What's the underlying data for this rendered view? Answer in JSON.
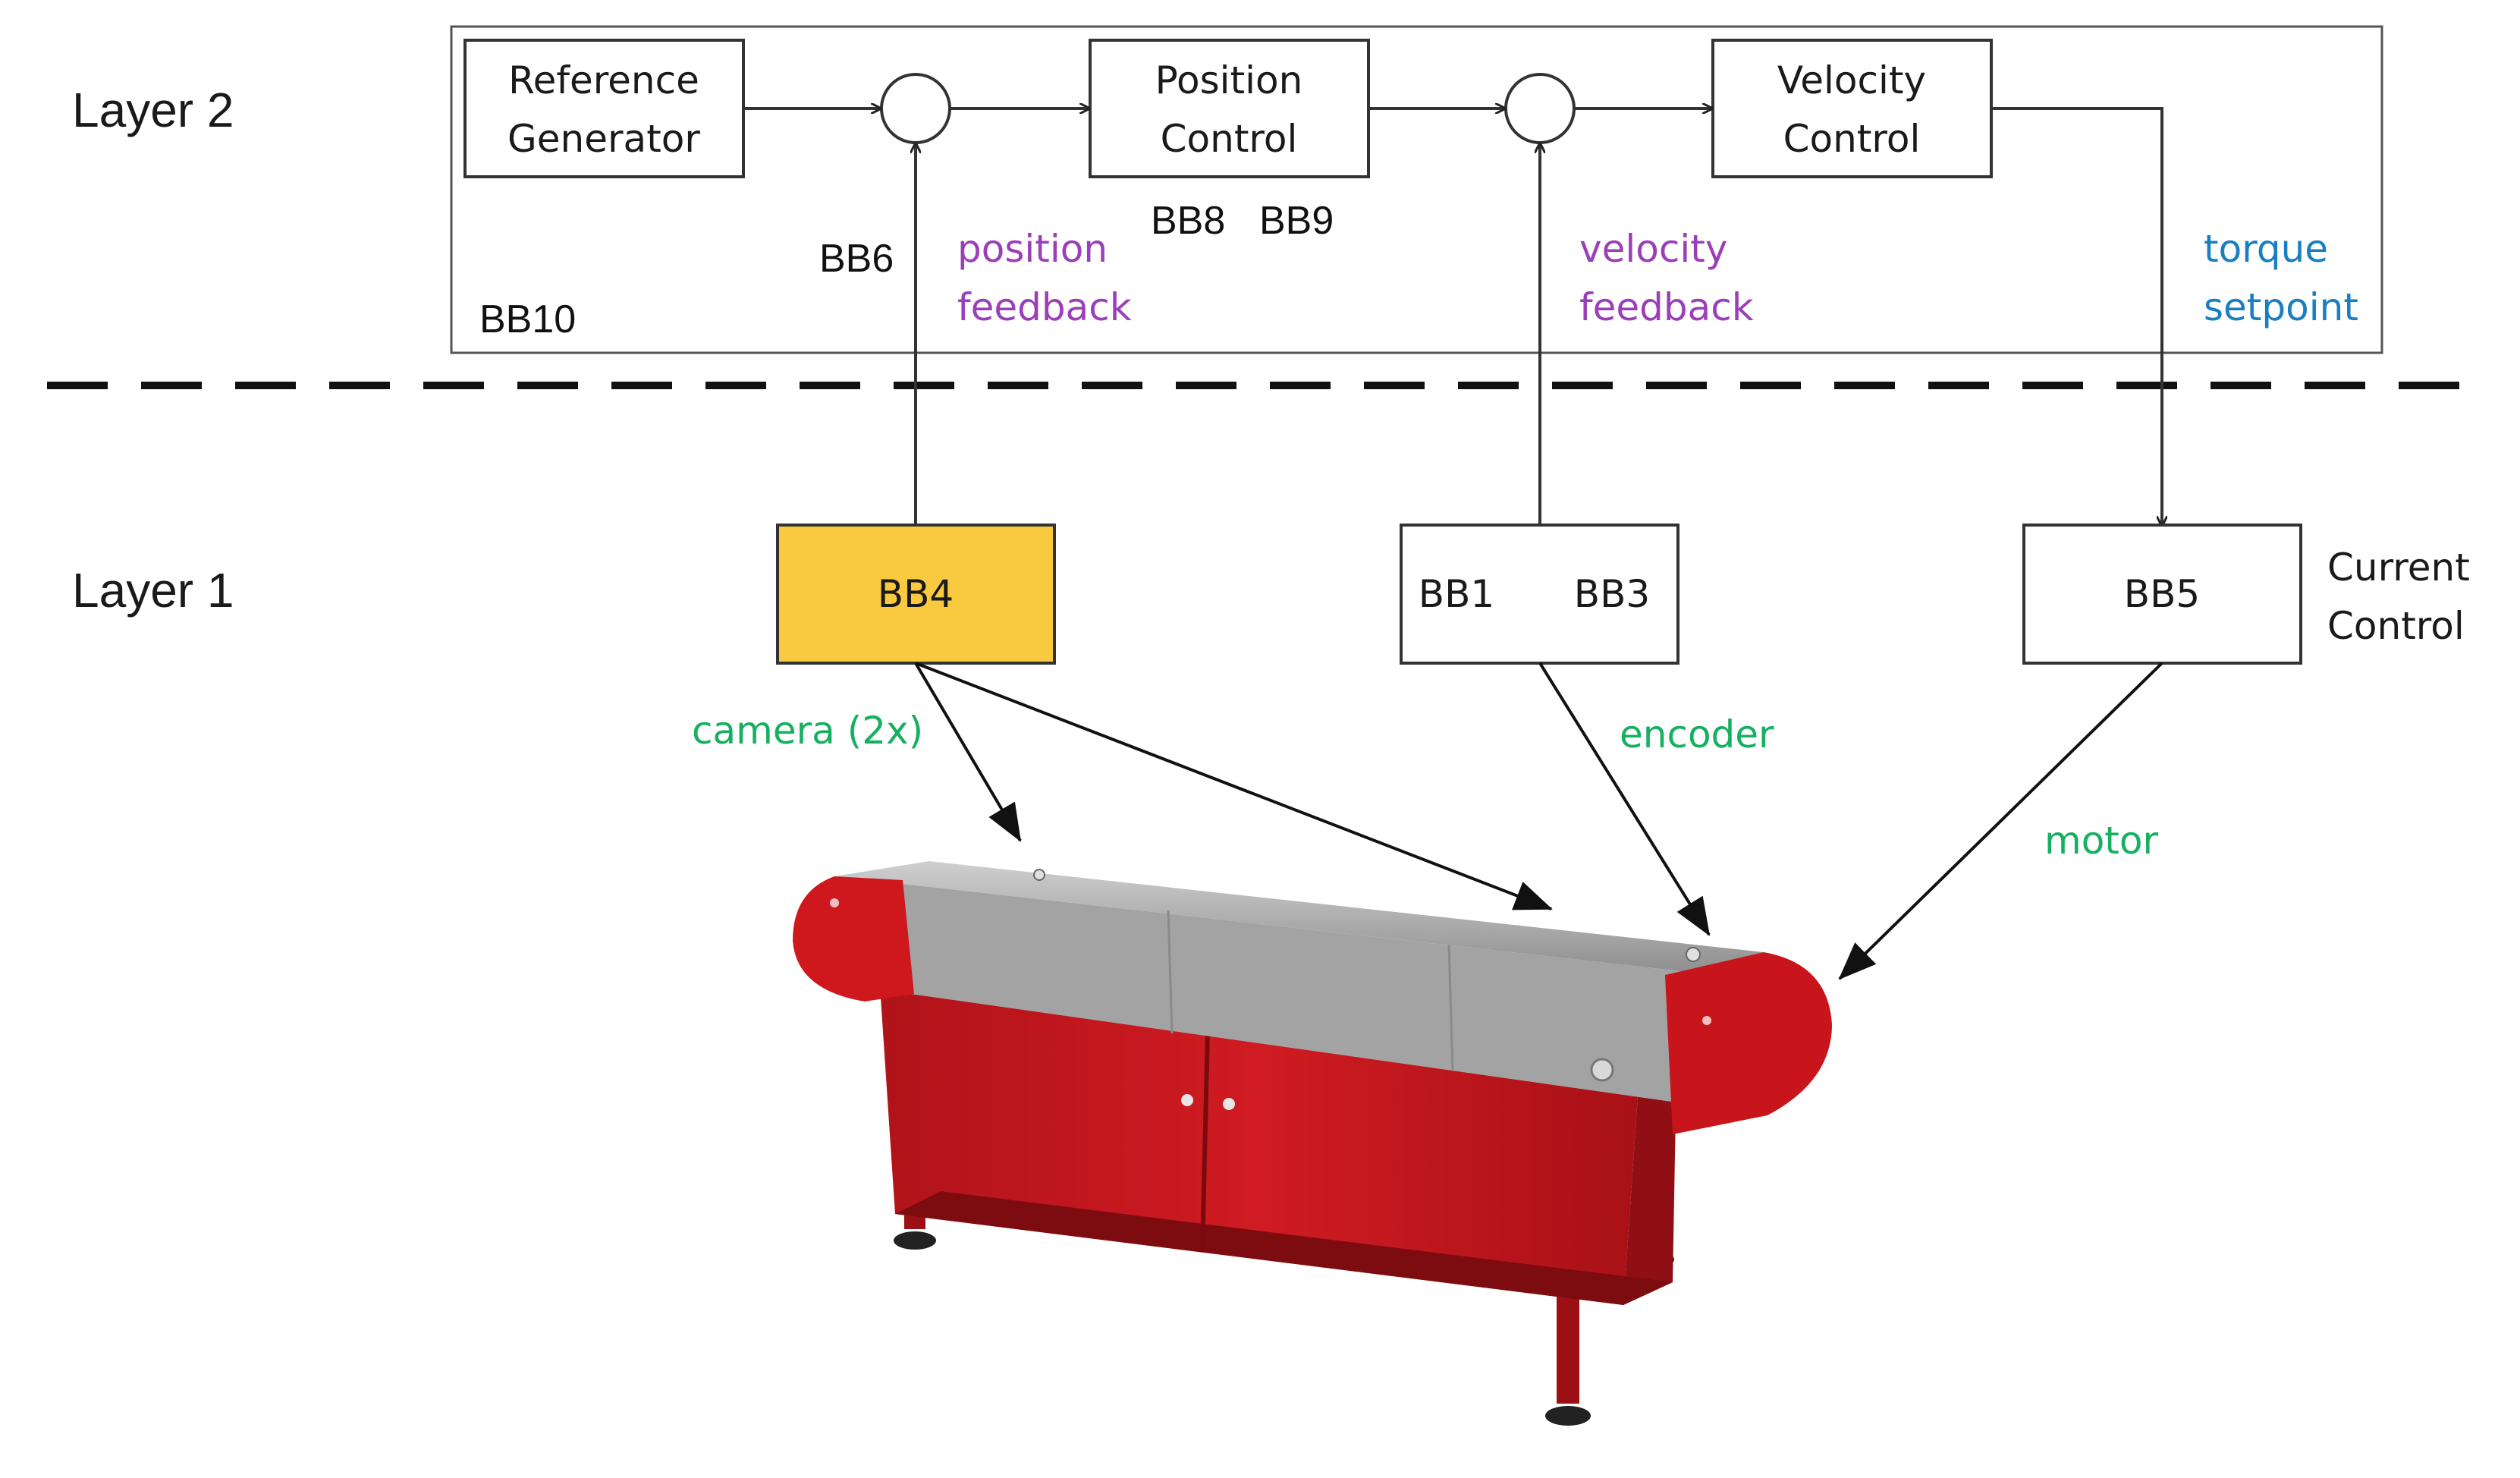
{
  "layers": {
    "layer2": "Layer 2",
    "layer1": "Layer 1"
  },
  "layer2_blocks": {
    "reference_generator": [
      "Reference",
      "Generator"
    ],
    "position_control": [
      "Position",
      "Control"
    ],
    "velocity_control": [
      "Velocity",
      "Control"
    ]
  },
  "bb_labels": {
    "bb6": "BB6",
    "bb8": "BB8",
    "bb9": "BB9",
    "bb10": "BB10",
    "bb4": "BB4",
    "bb1": "BB1",
    "bb3": "BB3",
    "bb5": "BB5"
  },
  "signals": {
    "position_feedback": [
      "position",
      "feedback"
    ],
    "velocity_feedback": [
      "velocity",
      "feedback"
    ],
    "torque_setpoint": [
      "torque",
      "setpoint"
    ]
  },
  "current_control": [
    "Current",
    "Control"
  ],
  "sensors": {
    "camera": "camera (2x)",
    "encoder": "encoder",
    "motor": "motor"
  },
  "colors": {
    "bb4_fill": "#f9c93f",
    "conveyor_red": "#c8151b",
    "belt_gray": "#a8a8a8",
    "purple_label": "#9b3fb8",
    "blue_label": "#1a7fc0",
    "green_label": "#16b060"
  }
}
